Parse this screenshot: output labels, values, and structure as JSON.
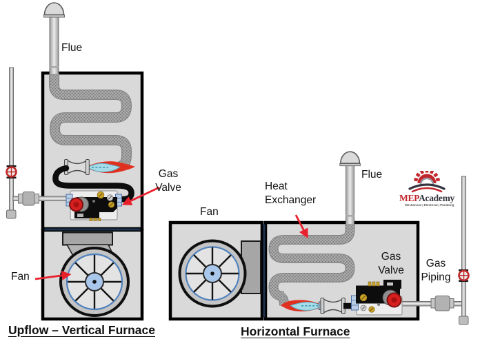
{
  "upflow_furnace": {
    "title": "Upflow – Vertical Furnace",
    "labels": {
      "flue": "Flue",
      "gas_valve": "Gas\nValve",
      "fan": "Fan"
    }
  },
  "horizontal_furnace": {
    "title": "Horizontal Furnace",
    "labels": {
      "fan": "Fan",
      "heat_exchanger": "Heat\nExchanger",
      "flue": "Flue",
      "gas_valve": "Gas\nValve",
      "gas_piping": "Gas\nPiping"
    }
  },
  "logo": {
    "icon": "gear-waves-icon",
    "name_primary": "MEP",
    "name_secondary": "Academy",
    "tagline": "Mechanical | Electrical | Plumbing"
  },
  "colors": {
    "accent_red": "#e8202c",
    "text": "#111111",
    "furnace_fill": "#d9d9d9",
    "furnace_border": "#000000",
    "divider_navy": "#1f3250",
    "tube_base": "#b0b0b0",
    "tube_dot": "#7b7b7b",
    "flame_red": "#e03020",
    "flame_blue": "#a7dbe8",
    "valve_red": "#d61f1f",
    "valve_body": "#0d0d0d",
    "brass": "#c9a227",
    "fan_ring_blue": "#4f81bd",
    "fan_hub_blue": "#a9c7ea",
    "pipe_gray": "#c0c0c0",
    "logo_red": "#c0272d",
    "logo_dark": "#34343f"
  }
}
